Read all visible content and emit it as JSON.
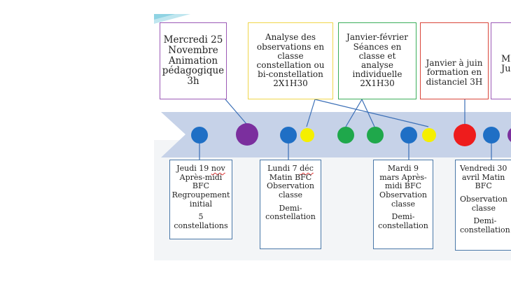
{
  "top_boxes": [
    {
      "id": "mercredi",
      "text": "Mercredi 25\nNovembre\nAnimation\npédagogique\n3h",
      "border": "#9b59b6"
    },
    {
      "id": "analyse",
      "text": "Analyse des\nobservations en\nclasse\nconstellation ou\nbi-constellation\n2X1H30",
      "border": "#f0d64a"
    },
    {
      "id": "janvier-fevrier",
      "text": "Janvier-février\nSéances en\nclasse et\nanalyse\nindividuelle\n2X1H30",
      "border": "#3cae5a"
    },
    {
      "id": "janvier-juin",
      "text": "Janvier à juin\nformation en\ndistanciel 3H",
      "border": "#d9453a"
    },
    {
      "id": "partial",
      "text": "M\nJu",
      "border": "#9b59b6"
    }
  ],
  "bottom_boxes": [
    {
      "id": "jeudi",
      "line1_a": "Jeudi 19 ",
      "line1_b": "nov",
      "line1_rest": "\nAprès-midi\nBFC\nRegroupement\ninitial",
      "line2": "5\nconstellations"
    },
    {
      "id": "lundi",
      "line1_a": "Lundi 7 ",
      "line1_b": "déc",
      "line1_rest": "\nMatin BFC\nObservation\nclasse",
      "line2": "Demi-\nconstellation"
    },
    {
      "id": "mardi",
      "line1_a": "Mardi 9",
      "line1_b": "",
      "line1_rest": "\nmars Après-\nmidi BFC\nObservation\nclasse",
      "line2": "Demi-\nconstellation"
    },
    {
      "id": "vendredi",
      "line1_a": "Vendredi 30",
      "line1_b": "",
      "line1_rest": "\navril Matin\nBFC",
      "line2": "Observation\nclasse",
      "line3": "Demi-\nconstellation"
    }
  ],
  "colors": {
    "band": "#c6d2e8",
    "blue_dot": "#1f6fc5",
    "purple_dot": "#7b2f9e",
    "yellow_dot": "#f5ef00",
    "green_dot": "#1fa84b",
    "red_dot": "#ee1c1c",
    "connector": "#3b6fb6"
  }
}
